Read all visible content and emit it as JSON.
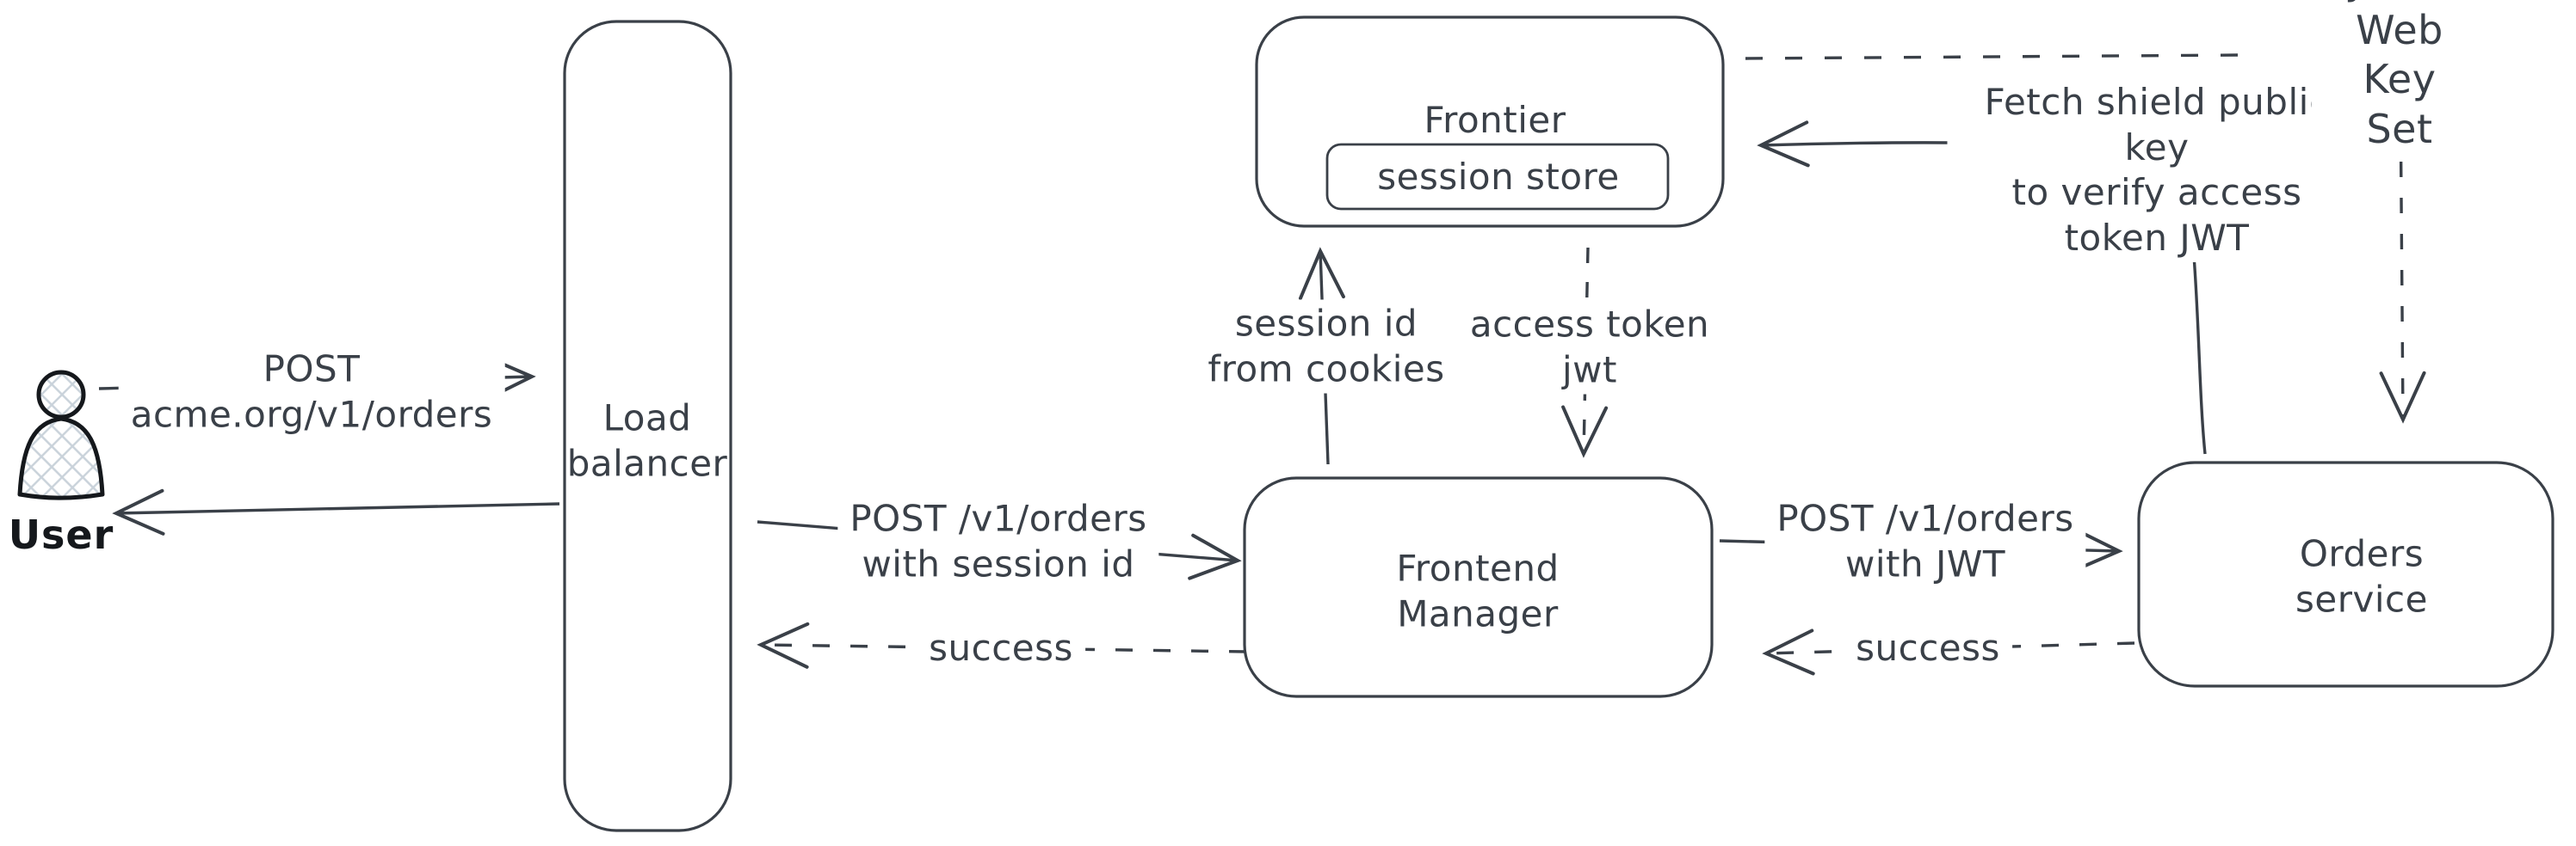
{
  "colors": {
    "stroke": "#3a4048",
    "user_stroke": "#15181c",
    "user_hatch_fill": "#c9d2da",
    "background": "#ffffff"
  },
  "nodes": {
    "user": {
      "label": "User"
    },
    "load_balancer": {
      "label": "Load\nbalancer"
    },
    "frontier": {
      "label": "Frontier"
    },
    "session_store": {
      "label": "session store"
    },
    "frontend_manager": {
      "label": "Frontend\nManager"
    },
    "orders_service": {
      "label": "Orders service"
    }
  },
  "edges": {
    "user_to_load_balancer": {
      "label": "POST\nacme.org/v1/orders",
      "style": "solid",
      "direction": "right"
    },
    "load_balancer_to_user": {
      "label": "",
      "style": "solid",
      "direction": "left"
    },
    "load_balancer_to_frontend_manager": {
      "label": "POST /v1/orders\nwith session id",
      "style": "solid",
      "direction": "right"
    },
    "frontend_manager_to_load_balancer": {
      "label": "success",
      "style": "dashed",
      "direction": "left"
    },
    "frontend_manager_to_frontier": {
      "label": "session id\nfrom cookies",
      "style": "solid",
      "direction": "up"
    },
    "frontier_to_frontend_manager": {
      "label": "access token\njwt",
      "style": "dashed",
      "direction": "down"
    },
    "frontend_manager_to_orders_service": {
      "label": "POST /v1/orders\nwith JWT",
      "style": "solid",
      "direction": "right"
    },
    "orders_service_to_frontend_manager": {
      "label": "success",
      "style": "dashed",
      "direction": "left"
    },
    "orders_service_to_frontier": {
      "label": "Fetch shield public key\nto verify access\ntoken JWT",
      "style": "solid",
      "direction": "left"
    },
    "frontier_to_jwks": {
      "label": "JSON Web Key Set",
      "style": "dashed",
      "direction": "none"
    },
    "jwks_to_orders_service": {
      "label": "",
      "style": "dashed",
      "direction": "down"
    }
  }
}
